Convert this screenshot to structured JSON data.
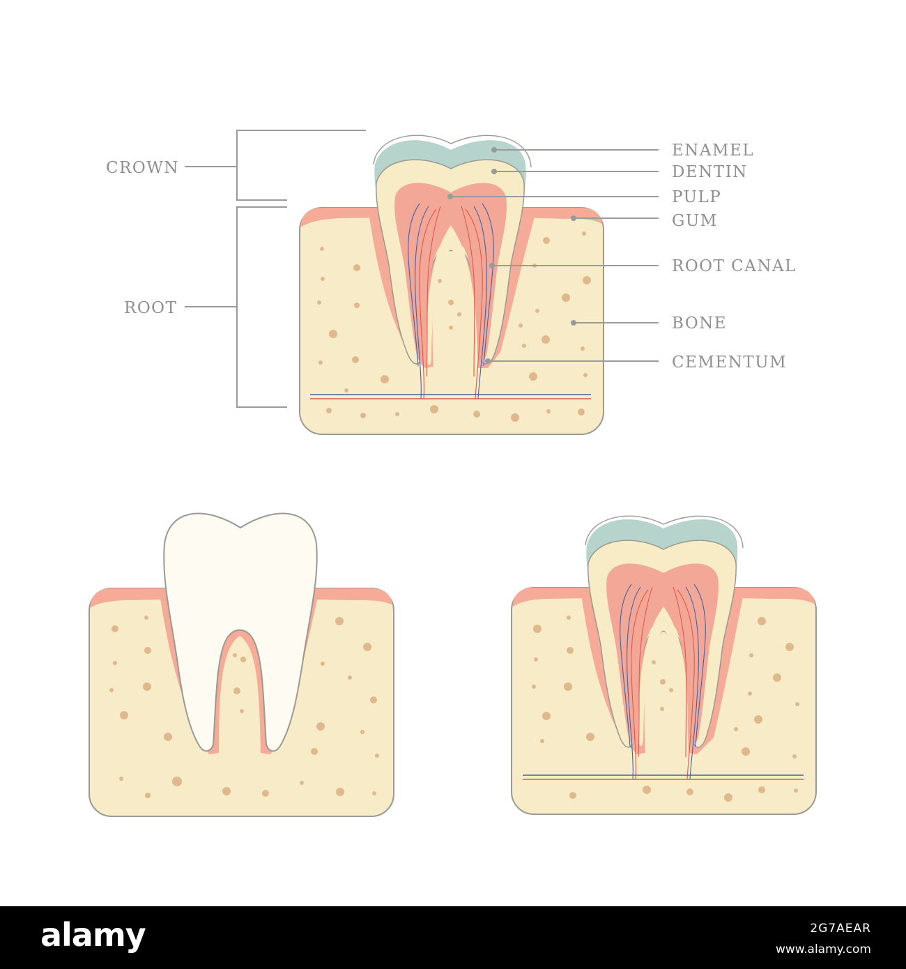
{
  "diagram": {
    "labels": {
      "crown": "CROWN",
      "root": "ROOT",
      "enamel": "ENAMEL",
      "dentin": "DENTIN",
      "pulp": "PULP",
      "gum": "GUM",
      "root_canal": "ROOT CANAL",
      "bone": "BONE",
      "cementum": "CEMENTUM"
    }
  },
  "colors": {
    "bone": "#f8ebc8",
    "bone_dots": "#dfb98c",
    "gum": "#f6aa98",
    "enamel": "#b6d4cb",
    "dentin": "#f7ecc6",
    "pulp": "#f3a796",
    "tooth_white": "#fdfbf2",
    "outline": "#9a9a92",
    "leader": "#9a9a9a",
    "label_text": "#8f8f8f",
    "nerve_blue": "#3f63a7",
    "vessel_red": "#e2584a",
    "footer_bg": "#000000",
    "footer_text": "#ffffff"
  },
  "footer": {
    "logo": "alamy",
    "image_id": "2G7AEAR",
    "url": "www.alamy.com"
  }
}
